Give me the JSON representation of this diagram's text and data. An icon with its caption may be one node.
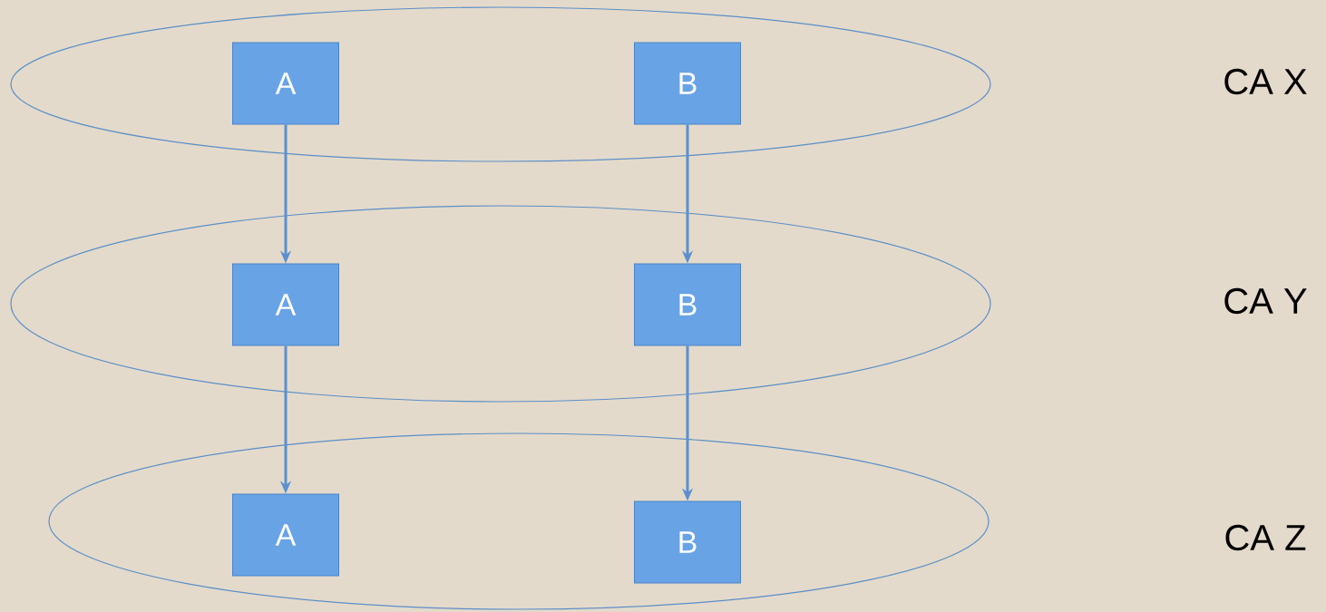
{
  "diagram": {
    "nodes": [
      {
        "text": [],
        "shape": "ellipse"
      },
      {
        "text": [
          "A"
        ],
        "in": 0
      },
      {
        "text": [
          "B"
        ],
        "in": 0
      },
      {
        "text": [],
        "shape": "ellipse"
      },
      {
        "text": [
          "A"
        ],
        "in": 3
      },
      {
        "text": [
          "B"
        ],
        "in": 3
      },
      {
        "text": [],
        "shape": "ellipse"
      },
      {
        "text": [
          "A"
        ],
        "in": 6
      },
      {
        "text": [
          "B"
        ],
        "in": 6
      }
    ],
    "edges": [
      {
        "from": 1,
        "to": 4,
        "arrow": "to"
      },
      {
        "from": 2,
        "to": 5,
        "arrow": "to"
      },
      {
        "from": 4,
        "to": 7,
        "arrow": "to"
      },
      {
        "from": 5,
        "to": 8,
        "arrow": "to"
      }
    ],
    "labels": [
      "CA X",
      "CA Y",
      "CA Z"
    ]
  }
}
